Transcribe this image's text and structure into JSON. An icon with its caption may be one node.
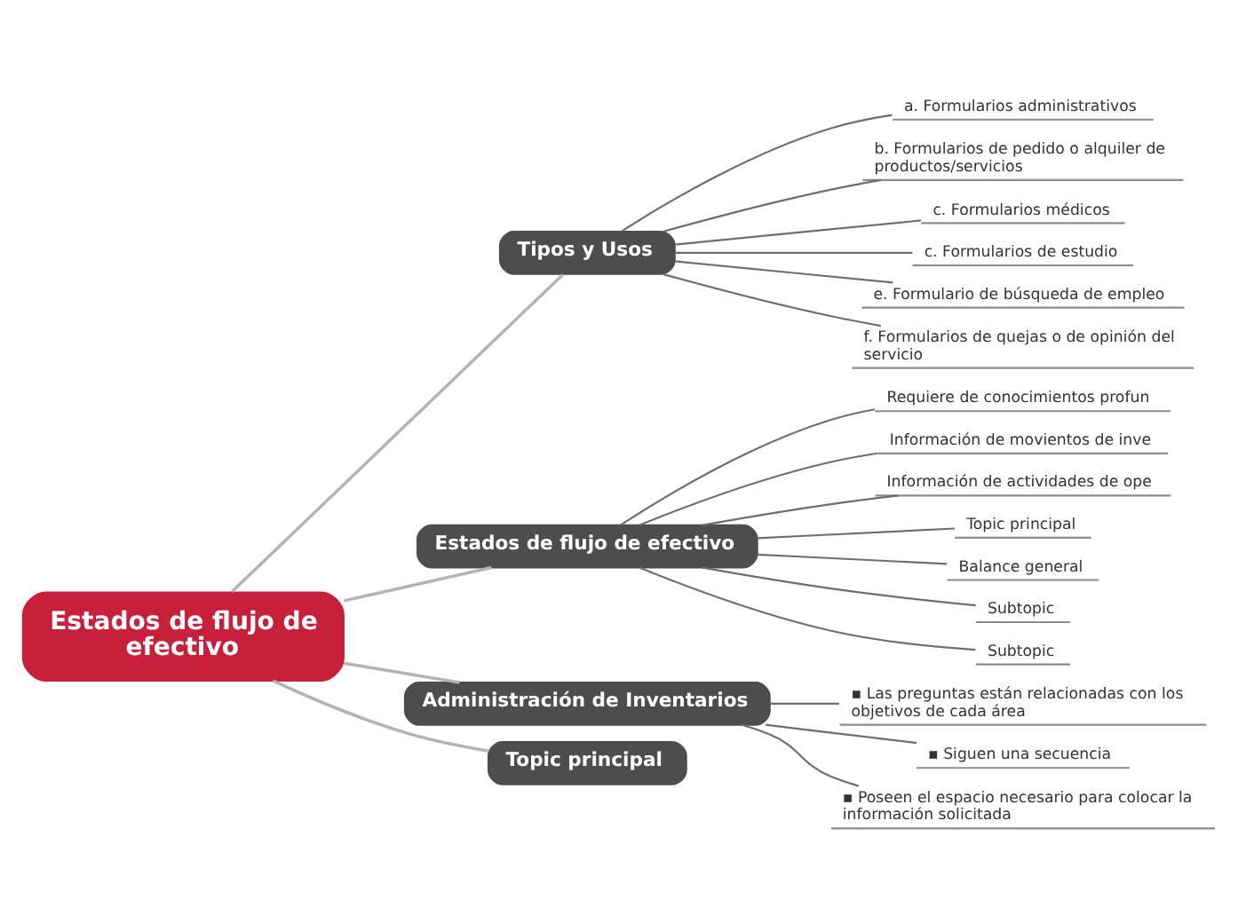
{
  "diagram": {
    "nodes": [
      {
        "text": [
          "Estados de flujo de efectivo"
        ]
      },
      {
        "text": [
          "Tipos y Usos"
        ]
      },
      {
        "text": [
          "a. Formularios administrativos"
        ]
      },
      {
        "text": [
          "b. Formularios de pedido o alquiler de productos/servicios"
        ]
      },
      {
        "text": [
          "c. Formularios médicos"
        ]
      },
      {
        "text": [
          "c. Formularios de estudio"
        ]
      },
      {
        "text": [
          "e. Formulario de búsqueda de empleo"
        ]
      },
      {
        "text": [
          "f. Formularios de quejas o de opinión del servicio"
        ]
      },
      {
        "text": [
          "Estados de flujo de efectivo"
        ]
      },
      {
        "text": [
          "Requiere de conocimientos profun"
        ]
      },
      {
        "text": [
          "Información de movientos de inve"
        ]
      },
      {
        "text": [
          "Información de actividades de ope"
        ]
      },
      {
        "text": [
          "Topic principal"
        ]
      },
      {
        "text": [
          "Balance general"
        ]
      },
      {
        "text": [
          "Subtopic"
        ]
      },
      {
        "text": [
          "Subtopic"
        ]
      },
      {
        "text": [
          "Administración de Inventarios"
        ]
      },
      {
        "text": [
          "▪ Las preguntas están relacionadas con los objetivos de cada área"
        ]
      },
      {
        "text": [
          "▪ Siguen una secuencia"
        ]
      },
      {
        "text": [
          "▪ Poseen el espacio necesario para colocar la información solicitada"
        ]
      },
      {
        "text": [
          "Topic principal"
        ]
      }
    ],
    "edges": [
      {
        "from": 0,
        "to": 1,
        "arrow": "none",
        "color": "#b3b3b3"
      },
      {
        "from": 1,
        "to": 2,
        "arrow": "none"
      },
      {
        "from": 1,
        "to": 3,
        "arrow": "none"
      },
      {
        "from": 1,
        "to": 4,
        "arrow": "none"
      },
      {
        "from": 1,
        "to": 5,
        "arrow": "none"
      },
      {
        "from": 1,
        "to": 6,
        "arrow": "none"
      },
      {
        "from": 1,
        "to": 7,
        "arrow": "none"
      },
      {
        "from": 0,
        "to": 8,
        "arrow": "none",
        "color": "#b3b3b3"
      },
      {
        "from": 8,
        "to": 9,
        "arrow": "none"
      },
      {
        "from": 8,
        "to": 10,
        "arrow": "none"
      },
      {
        "from": 8,
        "to": 11,
        "arrow": "none"
      },
      {
        "from": 8,
        "to": 12,
        "arrow": "none"
      },
      {
        "from": 8,
        "to": 13,
        "arrow": "none"
      },
      {
        "from": 8,
        "to": 14,
        "arrow": "none"
      },
      {
        "from": 8,
        "to": 15,
        "arrow": "none"
      },
      {
        "from": 0,
        "to": 16,
        "arrow": "none",
        "color": "#b3b3b3"
      },
      {
        "from": 16,
        "to": 17,
        "arrow": "none"
      },
      {
        "from": 16,
        "to": 18,
        "arrow": "none"
      },
      {
        "from": 16,
        "to": 19,
        "arrow": "none"
      },
      {
        "from": 0,
        "to": 20,
        "arrow": "none",
        "color": "#b3b3b3"
      }
    ]
  }
}
